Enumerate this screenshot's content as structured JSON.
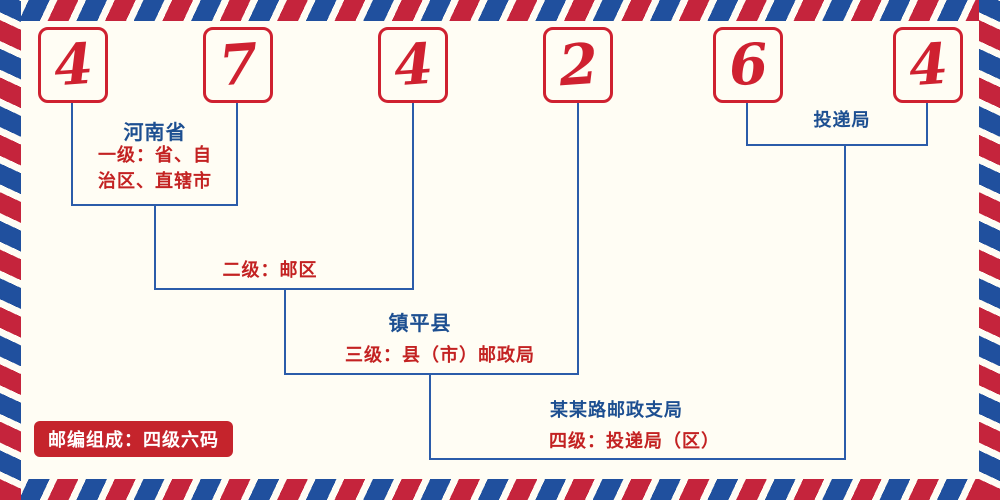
{
  "postal_code": {
    "digits": [
      "4",
      "7",
      "4",
      "2",
      "6",
      "4"
    ]
  },
  "level1": {
    "name": "河南省",
    "desc_lines": [
      "一级：省、自",
      "治区、直辖市"
    ]
  },
  "level2": {
    "desc": "二级：邮区"
  },
  "level3": {
    "name": "镇平县",
    "desc": "三级：县（市）邮政局"
  },
  "level4": {
    "name": "某某路邮政支局",
    "desc": "四级：投递局（区）"
  },
  "delivery": {
    "label": "投递局"
  },
  "footer": {
    "badge": "邮编组成：四级六码"
  },
  "colors": {
    "digit_red": "#cf2130",
    "line_blue": "#2b5caa",
    "name_blue": "#1d4f91",
    "desc_red": "#c32222",
    "badge_bg": "#c5242c",
    "badge_text": "#ffffff",
    "background": "#fffdf4",
    "stripe_red": "#c5243c",
    "stripe_blue": "#20509e"
  }
}
